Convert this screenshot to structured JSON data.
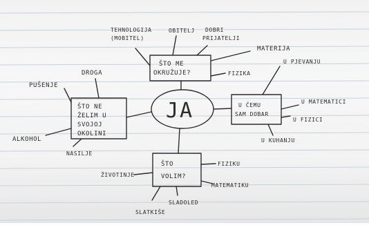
{
  "center": {
    "label": "JA"
  },
  "nodes": {
    "top": {
      "lines": [
        "ŠTO ME",
        "OKRUŽUJE?"
      ]
    },
    "left": {
      "lines": [
        "ŠTO NE",
        "ŽELIM U",
        "SVOJOJ",
        "OKOLINI"
      ]
    },
    "right": {
      "lines": [
        "U ČEMU",
        "SAM DOBAR"
      ]
    },
    "bottom": {
      "lines": [
        "ŠTO",
        "VOLIM?"
      ]
    }
  },
  "top_branches": {
    "tech": [
      "TEHNOLOGIJA",
      "(MOBITEL)"
    ],
    "parents": "OBITELJ",
    "friends": [
      "DOBRI",
      "PRIJATELJI"
    ],
    "materials": "MATERIJA",
    "physics": "FIZIKA"
  },
  "left_branches": {
    "drugs": "DROGA",
    "smoking": "PUŠENJE",
    "alcohol": "ALKOHOL",
    "violence": "NASILJE"
  },
  "right_branches": {
    "singing": "U PJEVANJU",
    "math": "U MATEMATICI",
    "physics": "U FIZICI",
    "cooking": "U KUHANJU"
  },
  "bottom_branches": {
    "physics": "FIZIKU",
    "math": "MATEMATIKU",
    "icecream": "SLADOLED",
    "sweets": "SLATKIŠE",
    "animals": "ŽIVOTINJE"
  }
}
